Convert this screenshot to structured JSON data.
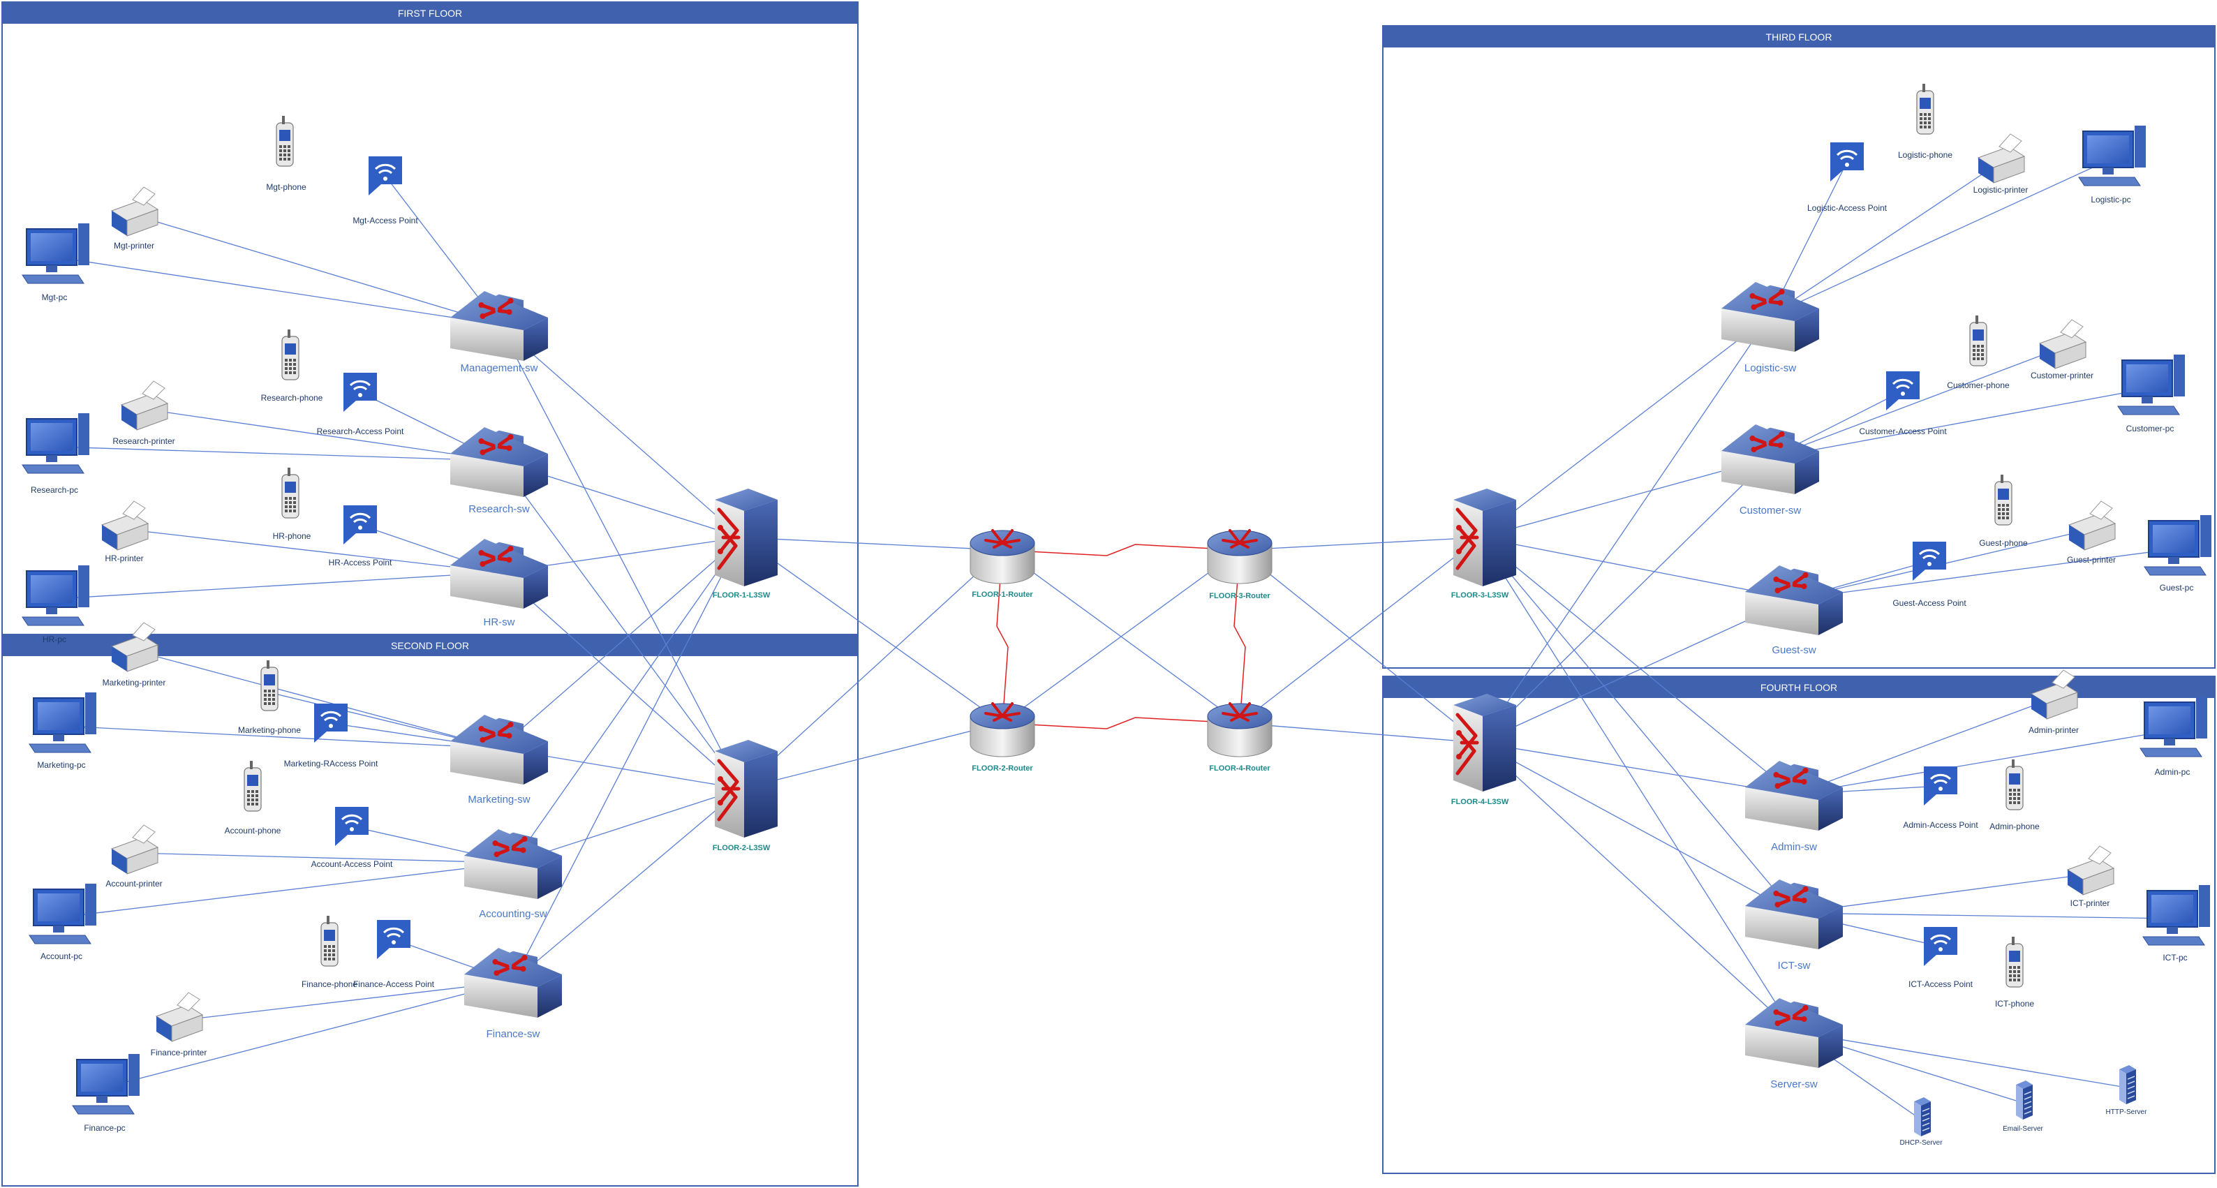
{
  "floors": [
    {
      "id": "first",
      "title": "FIRST FLOOR"
    },
    {
      "id": "second",
      "title": "SECOND FLOOR"
    },
    {
      "id": "third",
      "title": "THIRD FLOOR"
    },
    {
      "id": "fourth",
      "title": "FOURTH FLOOR"
    }
  ],
  "colors": {
    "frame": "#3f61ae",
    "link": "#5b7fd4",
    "serial": "#e02020",
    "switch_label": "#4a78c8",
    "l3_label": "#1e8a8a",
    "device_label": "#1f3a6a"
  },
  "nodes": [
    {
      "id": "mgt_pc",
      "type": "pc",
      "label": "Mgt-pc"
    },
    {
      "id": "mgt_printer",
      "type": "printer",
      "label": "Mgt-printer"
    },
    {
      "id": "mgt_phone",
      "type": "phone",
      "label": "Mgt-phone"
    },
    {
      "id": "mgt_ap",
      "type": "ap",
      "label": "Mgt-Access Point"
    },
    {
      "id": "mgt_sw",
      "type": "switch",
      "label": "Management-sw"
    },
    {
      "id": "res_pc",
      "type": "pc",
      "label": "Research-pc"
    },
    {
      "id": "res_printer",
      "type": "printer",
      "label": "Research-printer"
    },
    {
      "id": "res_phone",
      "type": "phone",
      "label": "Research-phone"
    },
    {
      "id": "res_ap",
      "type": "ap",
      "label": "Research-Access Point"
    },
    {
      "id": "res_sw",
      "type": "switch",
      "label": "Research-sw"
    },
    {
      "id": "hr_pc",
      "type": "pc",
      "label": "HR-pc"
    },
    {
      "id": "hr_printer",
      "type": "printer",
      "label": "HR-printer"
    },
    {
      "id": "hr_phone",
      "type": "phone",
      "label": "HR-phone"
    },
    {
      "id": "hr_ap",
      "type": "ap",
      "label": "HR-Access Point"
    },
    {
      "id": "hr_sw",
      "type": "switch",
      "label": "HR-sw"
    },
    {
      "id": "l3_1",
      "type": "l3",
      "label": "FLOOR-1-L3SW"
    },
    {
      "id": "mkt_pc",
      "type": "pc",
      "label": "Marketing-pc"
    },
    {
      "id": "mkt_printer",
      "type": "printer",
      "label": "Marketing-printer"
    },
    {
      "id": "mkt_phone",
      "type": "phone",
      "label": "Marketing-phone"
    },
    {
      "id": "mkt_ap",
      "type": "ap",
      "label": "Marketing-RAccess Point"
    },
    {
      "id": "mkt_sw",
      "type": "switch",
      "label": "Marketing-sw"
    },
    {
      "id": "acc_pc",
      "type": "pc",
      "label": "Account-pc"
    },
    {
      "id": "acc_printer",
      "type": "printer",
      "label": "Account-printer"
    },
    {
      "id": "acc_phone",
      "type": "phone",
      "label": "Account-phone"
    },
    {
      "id": "acc_ap",
      "type": "ap",
      "label": "Account-Access Point"
    },
    {
      "id": "acc_sw",
      "type": "switch",
      "label": "Accounting-sw"
    },
    {
      "id": "fin_pc",
      "type": "pc",
      "label": "Finance-pc"
    },
    {
      "id": "fin_printer",
      "type": "printer",
      "label": "Finance-printer"
    },
    {
      "id": "fin_phone",
      "type": "phone",
      "label": "Finance-phone"
    },
    {
      "id": "fin_ap",
      "type": "ap",
      "label": "Finance-Access Point"
    },
    {
      "id": "fin_sw",
      "type": "switch",
      "label": "Finance-sw"
    },
    {
      "id": "l3_2",
      "type": "l3",
      "label": "FLOOR-2-L3SW"
    },
    {
      "id": "r1",
      "type": "router",
      "label": "FLOOR-1-Router"
    },
    {
      "id": "r2",
      "type": "router",
      "label": "FLOOR-2-Router"
    },
    {
      "id": "r3",
      "type": "router",
      "label": "FLOOR-3-Router"
    },
    {
      "id": "r4",
      "type": "router",
      "label": "FLOOR-4-Router"
    },
    {
      "id": "l3_3",
      "type": "l3",
      "label": "FLOOR-3-L3SW"
    },
    {
      "id": "log_sw",
      "type": "switch",
      "label": "Logistic-sw"
    },
    {
      "id": "log_ap",
      "type": "ap",
      "label": "Logistic-Access Point"
    },
    {
      "id": "log_phone",
      "type": "phone",
      "label": "Logistic-phone"
    },
    {
      "id": "log_printer",
      "type": "printer",
      "label": "Logistic-printer"
    },
    {
      "id": "log_pc",
      "type": "pc",
      "label": "Logistic-pc"
    },
    {
      "id": "cus_sw",
      "type": "switch",
      "label": "Customer-sw"
    },
    {
      "id": "cus_ap",
      "type": "ap",
      "label": "Customer-Access Point"
    },
    {
      "id": "cus_phone",
      "type": "phone",
      "label": "Customer-phone"
    },
    {
      "id": "cus_printer",
      "type": "printer",
      "label": "Customer-printer"
    },
    {
      "id": "cus_pc",
      "type": "pc",
      "label": "Customer-pc"
    },
    {
      "id": "gst_sw",
      "type": "switch",
      "label": "Guest-sw"
    },
    {
      "id": "gst_ap",
      "type": "ap",
      "label": "Guest-Access Point"
    },
    {
      "id": "gst_phone",
      "type": "phone",
      "label": "Guest-phone"
    },
    {
      "id": "gst_printer",
      "type": "printer",
      "label": "Guest-printer"
    },
    {
      "id": "gst_pc",
      "type": "pc",
      "label": "Guest-pc"
    },
    {
      "id": "l3_4",
      "type": "l3",
      "label": "FLOOR-4-L3SW"
    },
    {
      "id": "adm_sw",
      "type": "switch",
      "label": "Admin-sw"
    },
    {
      "id": "adm_ap",
      "type": "ap",
      "label": "Admin-Access Point"
    },
    {
      "id": "adm_phone",
      "type": "phone",
      "label": "Admin-phone"
    },
    {
      "id": "adm_printer",
      "type": "printer",
      "label": "Admin-printer"
    },
    {
      "id": "adm_pc",
      "type": "pc",
      "label": "Admin-pc"
    },
    {
      "id": "ict_sw",
      "type": "switch",
      "label": "ICT-sw"
    },
    {
      "id": "ict_ap",
      "type": "ap",
      "label": "ICT-Access Point"
    },
    {
      "id": "ict_phone",
      "type": "phone",
      "label": "ICT-phone"
    },
    {
      "id": "ict_printer",
      "type": "printer",
      "label": "ICT-printer"
    },
    {
      "id": "ict_pc",
      "type": "pc",
      "label": "ICT-pc"
    },
    {
      "id": "srv_sw",
      "type": "switch",
      "label": "Server-sw"
    },
    {
      "id": "dhcp",
      "type": "server",
      "label": "DHCP-Server"
    },
    {
      "id": "email",
      "type": "server",
      "label": "Email-Server"
    },
    {
      "id": "http",
      "type": "server",
      "label": "HTTP-Server"
    }
  ],
  "links": [
    [
      "mgt_printer",
      "mgt_sw"
    ],
    [
      "mgt_pc",
      "mgt_sw"
    ],
    [
      "mgt_ap",
      "mgt_sw"
    ],
    [
      "res_printer",
      "res_sw"
    ],
    [
      "res_pc",
      "res_sw"
    ],
    [
      "res_ap",
      "res_sw"
    ],
    [
      "hr_printer",
      "hr_sw"
    ],
    [
      "hr_pc",
      "hr_sw"
    ],
    [
      "hr_ap",
      "hr_sw"
    ],
    [
      "mgt_sw",
      "l3_1"
    ],
    [
      "res_sw",
      "l3_1"
    ],
    [
      "hr_sw",
      "l3_1"
    ],
    [
      "mgt_sw",
      "l3_2"
    ],
    [
      "res_sw",
      "l3_2"
    ],
    [
      "hr_sw",
      "l3_2"
    ],
    [
      "mkt_printer",
      "mkt_sw"
    ],
    [
      "mkt_pc",
      "mkt_sw"
    ],
    [
      "mkt_phone",
      "mkt_sw"
    ],
    [
      "mkt_ap",
      "mkt_sw"
    ],
    [
      "acc_printer",
      "acc_sw"
    ],
    [
      "acc_pc",
      "acc_sw"
    ],
    [
      "acc_ap",
      "acc_sw"
    ],
    [
      "fin_printer",
      "fin_sw"
    ],
    [
      "fin_pc",
      "fin_sw"
    ],
    [
      "fin_ap",
      "fin_sw"
    ],
    [
      "mkt_sw",
      "l3_2"
    ],
    [
      "acc_sw",
      "l3_2"
    ],
    [
      "fin_sw",
      "l3_2"
    ],
    [
      "mkt_sw",
      "l3_1"
    ],
    [
      "acc_sw",
      "l3_1"
    ],
    [
      "fin_sw",
      "l3_1"
    ],
    [
      "l3_1",
      "r1"
    ],
    [
      "l3_1",
      "r2"
    ],
    [
      "l3_2",
      "r2"
    ],
    [
      "l3_2",
      "r1"
    ],
    [
      "r1",
      "r4"
    ],
    [
      "r2",
      "r3"
    ],
    [
      "r3",
      "l3_3"
    ],
    [
      "r3",
      "l3_4"
    ],
    [
      "r4",
      "l3_4"
    ],
    [
      "r4",
      "l3_3"
    ],
    [
      "l3_3",
      "log_sw"
    ],
    [
      "l3_3",
      "cus_sw"
    ],
    [
      "l3_3",
      "gst_sw"
    ],
    [
      "l3_4",
      "log_sw"
    ],
    [
      "l3_4",
      "cus_sw"
    ],
    [
      "l3_4",
      "gst_sw"
    ],
    [
      "log_sw",
      "log_ap"
    ],
    [
      "log_sw",
      "log_printer"
    ],
    [
      "log_sw",
      "log_pc"
    ],
    [
      "cus_sw",
      "cus_ap"
    ],
    [
      "cus_sw",
      "cus_printer"
    ],
    [
      "cus_sw",
      "cus_pc"
    ],
    [
      "gst_sw",
      "gst_ap"
    ],
    [
      "gst_sw",
      "gst_printer"
    ],
    [
      "gst_sw",
      "gst_pc"
    ],
    [
      "l3_4",
      "adm_sw"
    ],
    [
      "l3_4",
      "ict_sw"
    ],
    [
      "l3_4",
      "srv_sw"
    ],
    [
      "l3_3",
      "adm_sw"
    ],
    [
      "l3_3",
      "ict_sw"
    ],
    [
      "l3_3",
      "srv_sw"
    ],
    [
      "adm_sw",
      "adm_ap"
    ],
    [
      "adm_sw",
      "adm_printer"
    ],
    [
      "adm_sw",
      "adm_pc"
    ],
    [
      "ict_sw",
      "ict_ap"
    ],
    [
      "ict_sw",
      "ict_printer"
    ],
    [
      "ict_sw",
      "ict_pc"
    ],
    [
      "srv_sw",
      "dhcp"
    ],
    [
      "srv_sw",
      "email"
    ],
    [
      "srv_sw",
      "http"
    ]
  ],
  "serial_links": [
    [
      "r1",
      "r3"
    ],
    [
      "r2",
      "r4"
    ],
    [
      "r1",
      "r2"
    ],
    [
      "r3",
      "r4"
    ]
  ]
}
